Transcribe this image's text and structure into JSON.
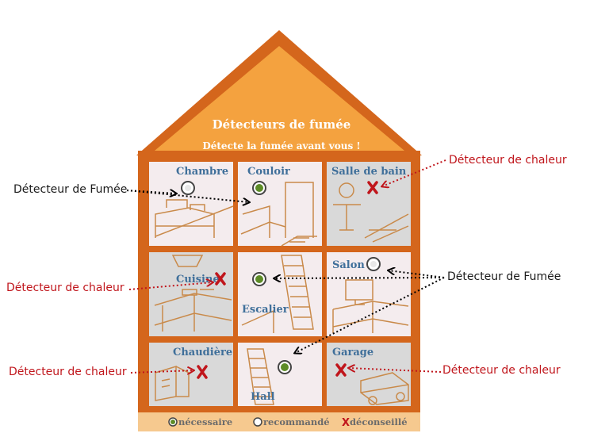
{
  "house": {
    "title": "Détecteurs de fumée",
    "subtitle": "Détecte la fumée avant vous !"
  },
  "rooms": {
    "chambre": "Chambre",
    "couloir": "Couloir",
    "salle_de_bain": "Salle de bain",
    "cuisine": "Cuisine",
    "escalier": "Escalier",
    "salon": "Salon",
    "chaudiere": "Chaudière",
    "hall": "Hall",
    "garage": "Garage"
  },
  "legend": {
    "necessaire": "nécessaire",
    "recommande": "recommandé",
    "deconseille": "déconseillé",
    "x_mark": "X"
  },
  "annotations": {
    "fumee_left": "Détecteur de Fumée",
    "fumee_right": "Détecteur de Fumée",
    "chaleur_top_right": "Détecteur de chaleur",
    "chaleur_left_mid": "Détecteur de chaleur",
    "chaleur_left_bottom": "Détecteur de chaleur",
    "chaleur_right_bottom": "Détecteur de chaleur"
  },
  "colors": {
    "house_frame": "#d4661c",
    "roof_fill": "#f4a23f",
    "room_bg": "#f4ecee",
    "room_alt_bg": "#d9d9d9",
    "line_art": "#c98a4a",
    "label_blue": "#3f6f9a",
    "fumee_text": "#1a1a1a",
    "chaleur_text": "#c0161c",
    "legend_bar": "#f6c98f",
    "x_red": "#c0161c",
    "green_dot": "#5d8c27"
  }
}
